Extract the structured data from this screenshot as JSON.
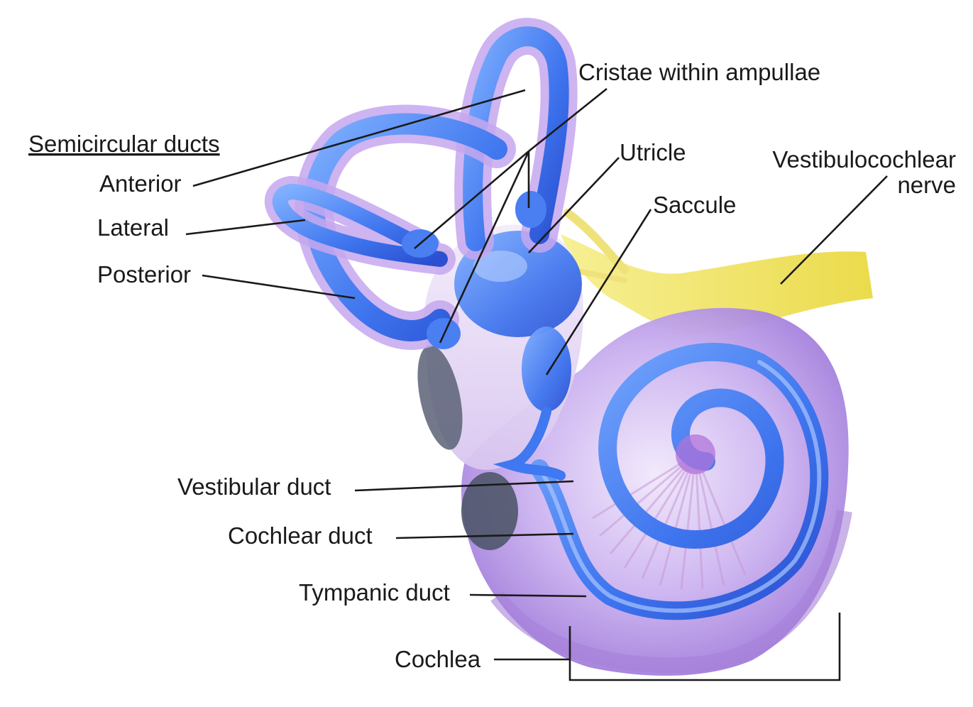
{
  "labels": {
    "semicircular_ducts": "Semicircular ducts",
    "anterior": "Anterior",
    "lateral": "Lateral",
    "posterior": "Posterior",
    "cristae": "Cristae within ampullae",
    "utricle": "Utricle",
    "saccule": "Saccule",
    "vestibulocochlear_line1": "Vestibulocochlear",
    "vestibulocochlear_line2": "nerve",
    "vestibular_duct": "Vestibular duct",
    "cochlear_duct": "Cochlear duct",
    "tympanic_duct": "Tympanic duct",
    "cochlea": "Cochlea"
  },
  "colors": {
    "membrane_blue": "#3f78f0",
    "membrane_light": "#8fb4ff",
    "bony_purple": "#b48ae6",
    "bony_light": "#dccbf5",
    "nerve_yellow": "#f4ea6a",
    "window_gray": "#5b6175",
    "leader_line": "#1a1a1a"
  }
}
